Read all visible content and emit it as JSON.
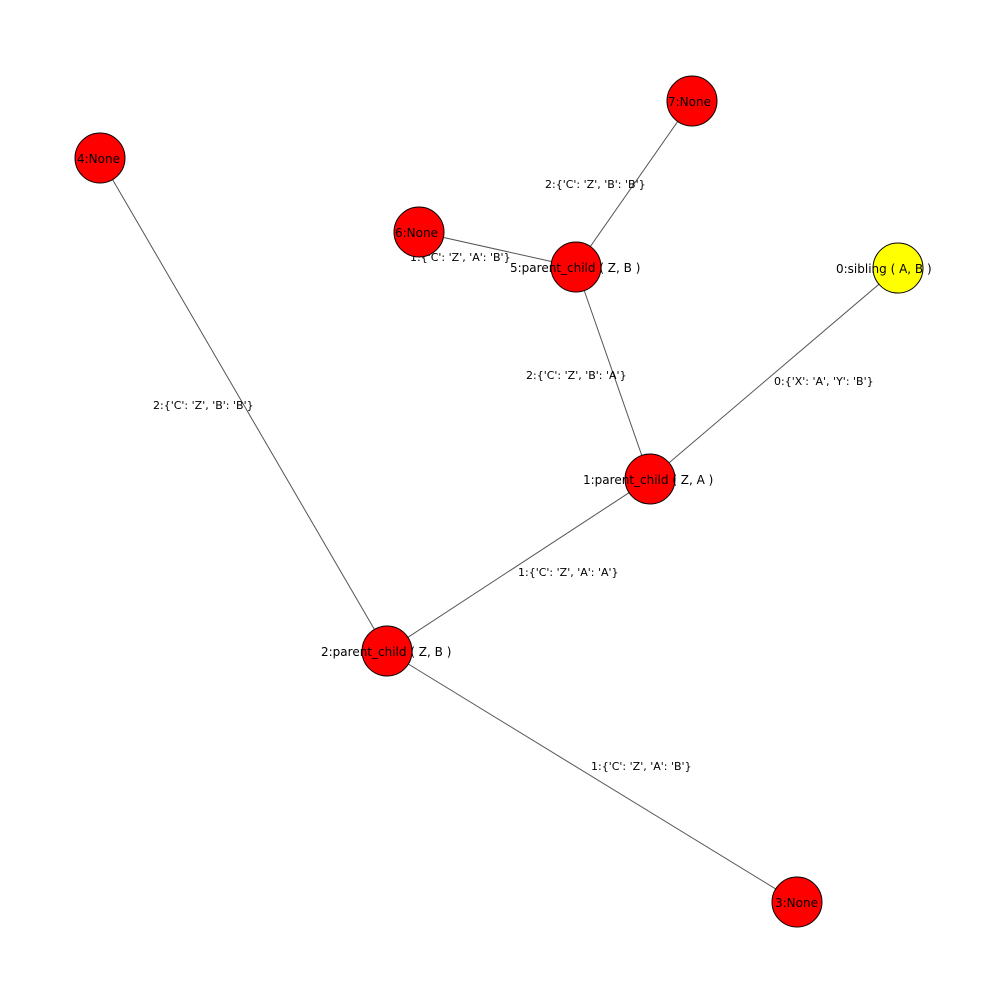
{
  "graph": {
    "colors": {
      "root_node": "#ffff00",
      "node": "#ff0000",
      "edge": "#555555"
    },
    "nodes": [
      {
        "id": "0",
        "label": "0:sibling ( A, B )",
        "kind": "root"
      },
      {
        "id": "1",
        "label": "1:parent_child ( Z, A )",
        "kind": "node"
      },
      {
        "id": "2",
        "label": "2:parent_child ( Z, B )",
        "kind": "node"
      },
      {
        "id": "3",
        "label": "3:None",
        "kind": "node"
      },
      {
        "id": "4",
        "label": "4:None",
        "kind": "node"
      },
      {
        "id": "5",
        "label": "5:parent_child ( Z, B )",
        "kind": "node"
      },
      {
        "id": "6",
        "label": "6:None",
        "kind": "node"
      },
      {
        "id": "7",
        "label": "7:None",
        "kind": "node"
      }
    ],
    "edges": [
      {
        "from": "0",
        "to": "1",
        "label": "0:{'X': 'A', 'Y': 'B'}"
      },
      {
        "from": "1",
        "to": "2",
        "label": "1:{'C': 'Z', 'A': 'A'}"
      },
      {
        "from": "1",
        "to": "5",
        "label": "2:{'C': 'Z', 'B': 'A'}"
      },
      {
        "from": "2",
        "to": "3",
        "label": "1:{'C': 'Z', 'A': 'B'}"
      },
      {
        "from": "2",
        "to": "4",
        "label": "2:{'C': 'Z', 'B': 'B'}"
      },
      {
        "from": "5",
        "to": "6",
        "label": "1:{'C': 'Z', 'A': 'B'}"
      },
      {
        "from": "5",
        "to": "7",
        "label": "2:{'C': 'Z', 'B': 'B'}"
      }
    ]
  }
}
